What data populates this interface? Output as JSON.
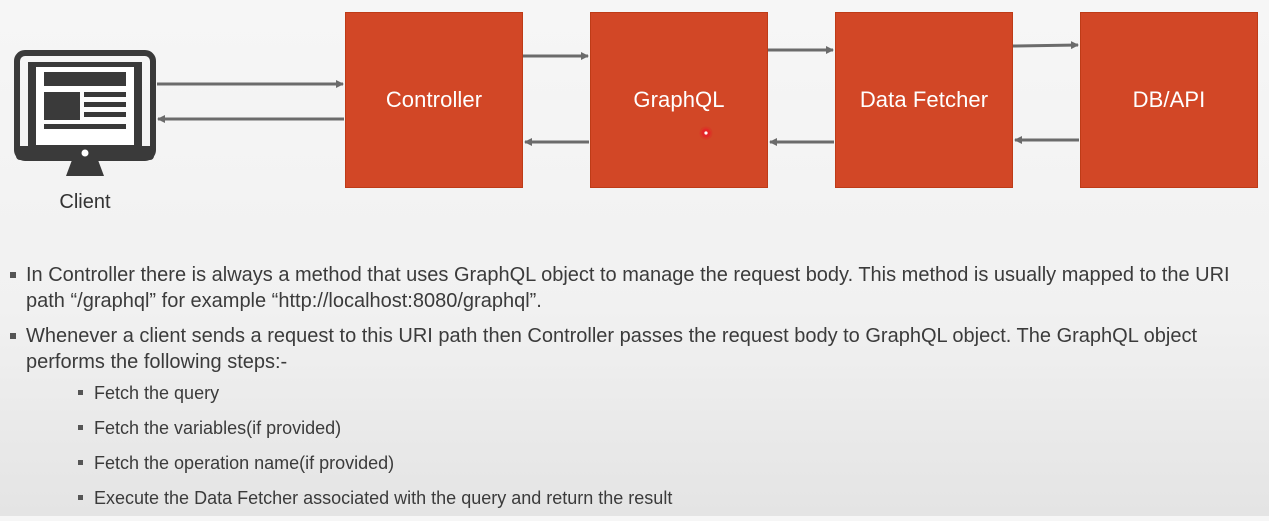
{
  "colors": {
    "box_fill": "#d24726",
    "box_text": "#ffffff",
    "arrow": "#6b6b6b",
    "icon": "#3a3a3a",
    "cursor": "#e32626"
  },
  "diagram": {
    "client": {
      "label": "Client",
      "icon": "monitor-icon"
    },
    "nodes": [
      {
        "id": "controller",
        "label": "Controller"
      },
      {
        "id": "graphql",
        "label": "GraphQL"
      },
      {
        "id": "data-fetcher",
        "label": "Data Fetcher"
      },
      {
        "id": "db-api",
        "label": "DB/API"
      }
    ],
    "edges": [
      {
        "from": "client",
        "to": "controller"
      },
      {
        "from": "controller",
        "to": "client"
      },
      {
        "from": "controller",
        "to": "graphql"
      },
      {
        "from": "graphql",
        "to": "controller"
      },
      {
        "from": "graphql",
        "to": "data-fetcher"
      },
      {
        "from": "data-fetcher",
        "to": "graphql"
      },
      {
        "from": "data-fetcher",
        "to": "db-api"
      },
      {
        "from": "db-api",
        "to": "data-fetcher"
      }
    ]
  },
  "bullets": [
    {
      "text": "In Controller there is always a method that uses GraphQL object to manage the request body. This method is usually mapped to the URI path “/graphql” for example “http://localhost:8080/graphql”."
    },
    {
      "text": "Whenever a client sends a request to this URI path then Controller passes the request body to GraphQL object. The GraphQL object performs the following steps:-",
      "sub_items": [
        "Fetch the query",
        "Fetch the variables(if provided)",
        "Fetch the operation name(if provided)",
        "Execute the Data Fetcher associated with the query and return the result"
      ]
    }
  ]
}
